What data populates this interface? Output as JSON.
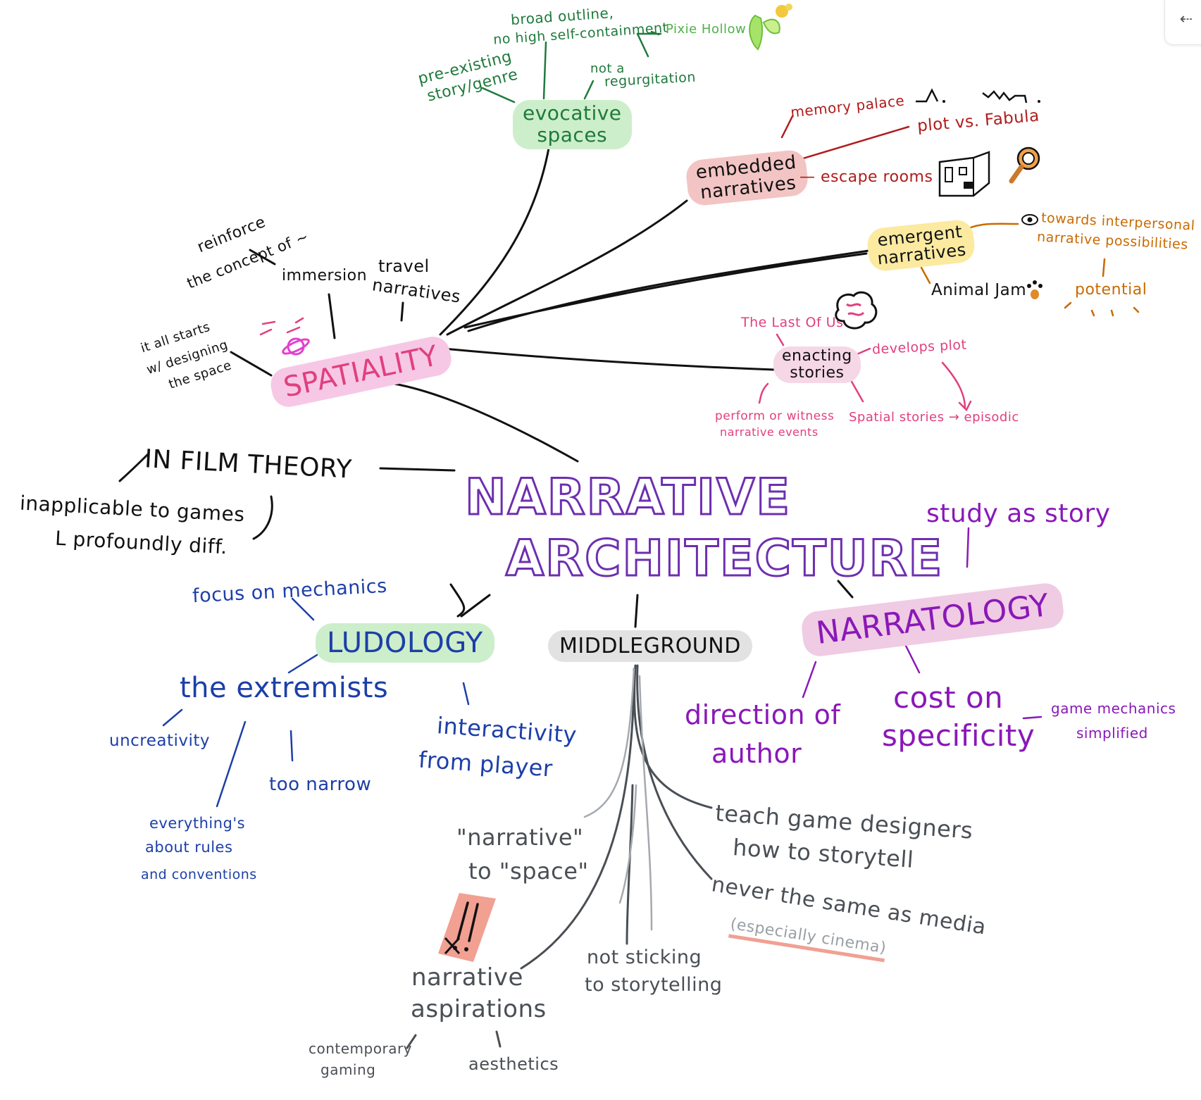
{
  "colors": {
    "black": "#111111",
    "green": "#1f7a3c",
    "lightgreen": "#4fb04a",
    "red": "#b01c1c",
    "orange": "#c96a00",
    "pink": "#e0407e",
    "purple": "#8a18b8",
    "blue": "#1c3fa8",
    "gray": "#4a4f55",
    "hl_pink": "#f6c8e6",
    "hl_red": "#f3c4c4",
    "hl_yellow": "#fbeaa0",
    "hl_green": "#cdeecb",
    "hl_gray": "#e2e2e2",
    "hl_narratology": "#f0cbe4",
    "hl_salmon": "#f1a092",
    "title_outline": "#6d2fb0"
  },
  "corner_button": {
    "icon": "back-arrow-icon",
    "glyph": "⇠"
  },
  "center": {
    "line1": "NARRATIVE",
    "line2": "ARCHITECTURE"
  },
  "spatiality": {
    "label": "SPATIALITY",
    "immersion": "immersion",
    "reinforce_1": "reinforce",
    "reinforce_2": "the concept of ~",
    "travel_1": "travel",
    "travel_2": "narratives",
    "starts_1": "it all starts",
    "starts_2": "w/ designing",
    "starts_3": "the space",
    "planet_icon": "planet-icon"
  },
  "evocative": {
    "label_1": "evocative",
    "label_2": "spaces",
    "broad_1": "broad outline,",
    "broad_2": "no high self-containment",
    "preexist_1": "pre-existing",
    "preexist_2": "story/genre",
    "notregurg_1": "not a",
    "notregurg_2": "regurgitation",
    "pixie": "Pixie Hollow",
    "fairy_icon": "fairy-icon"
  },
  "embedded": {
    "label_1": "embedded",
    "label_2": "narratives",
    "memory": "memory palace",
    "plot": "plot vs. Fabula",
    "escape": "— escape rooms",
    "room_icon": "escape-room-icon",
    "magnifier_icon": "magnifying-glass-icon"
  },
  "emergent": {
    "label_1": "emergent",
    "label_2": "narratives",
    "towards_1": "towards interpersonal",
    "towards_2": "narrative possibilities",
    "animaljam": "Animal Jam",
    "potential": "potential",
    "eye_icon": "eye-icon",
    "paw_icon": "paw-icon"
  },
  "enacting": {
    "label_1": "enacting",
    "label_2": "stories",
    "lastofus": "The Last Of Us",
    "develops": "develops plot",
    "perform_1": "perform or witness",
    "perform_2": "narrative events",
    "spatial": "Spatial stories → episodic",
    "fungus_icon": "fungus-icon"
  },
  "film": {
    "label": "IN FILM THEORY",
    "inapplicable": "inapplicable to games",
    "profoundly": "L profoundly diff."
  },
  "ludology": {
    "label": "LUDOLOGY",
    "focus": "focus on mechanics",
    "extremists": "the extremists",
    "uncreativity": "uncreativity",
    "narrow": "too narrow",
    "rules_1": "everything's",
    "rules_2": "about rules",
    "rules_3": "and conventions",
    "interactivity_1": "interactivity",
    "interactivity_2": "from player"
  },
  "middle": {
    "label": "MIDDLEGROUND",
    "narrspace_1": "\"narrative\"",
    "narrspace_2": "to \"space\"",
    "aspirations_1": "narrative",
    "aspirations_2": "aspirations",
    "contemporary_1": "contemporary",
    "contemporary_2": "gaming",
    "aesthetics": "aesthetics",
    "notsticking_1": "not sticking",
    "notsticking_2": "to storytelling",
    "teach_1": "teach game designers",
    "teach_2": "how to storytell",
    "never": "never the same as media",
    "cinema": "(especially cinema)",
    "warning_icon": "warning-icon"
  },
  "narratology": {
    "label": "NARRATOLOGY",
    "study": "study as story",
    "direction_1": "direction of",
    "direction_2": "author",
    "cost_1": "cost on",
    "cost_2": "specificity",
    "mechanics_1": "game mechanics",
    "mechanics_2": "simplified"
  }
}
